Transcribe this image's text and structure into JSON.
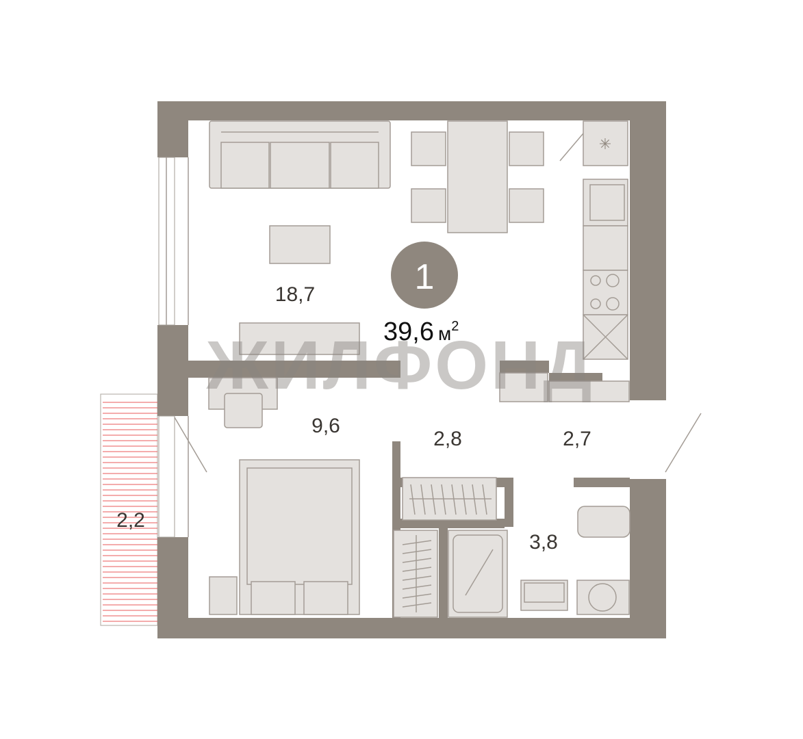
{
  "plan": {
    "apartment_number": "1",
    "total_area": "39,6",
    "total_area_unit": "м",
    "total_area_unit_sup": "2",
    "watermark": "ЖИЛФОНД",
    "rooms": [
      {
        "name": "living-kitchen",
        "area": "18,7"
      },
      {
        "name": "bedroom",
        "area": "9,6"
      },
      {
        "name": "wardrobe",
        "area": "2,8"
      },
      {
        "name": "hallway",
        "area": "2,7"
      },
      {
        "name": "bathroom",
        "area": "3,8"
      },
      {
        "name": "balcony",
        "area": "2,2"
      }
    ]
  },
  "colors": {
    "wall": "#8f877e",
    "furniture": "#e4e1de",
    "balcony_lines": "#e8595a"
  }
}
